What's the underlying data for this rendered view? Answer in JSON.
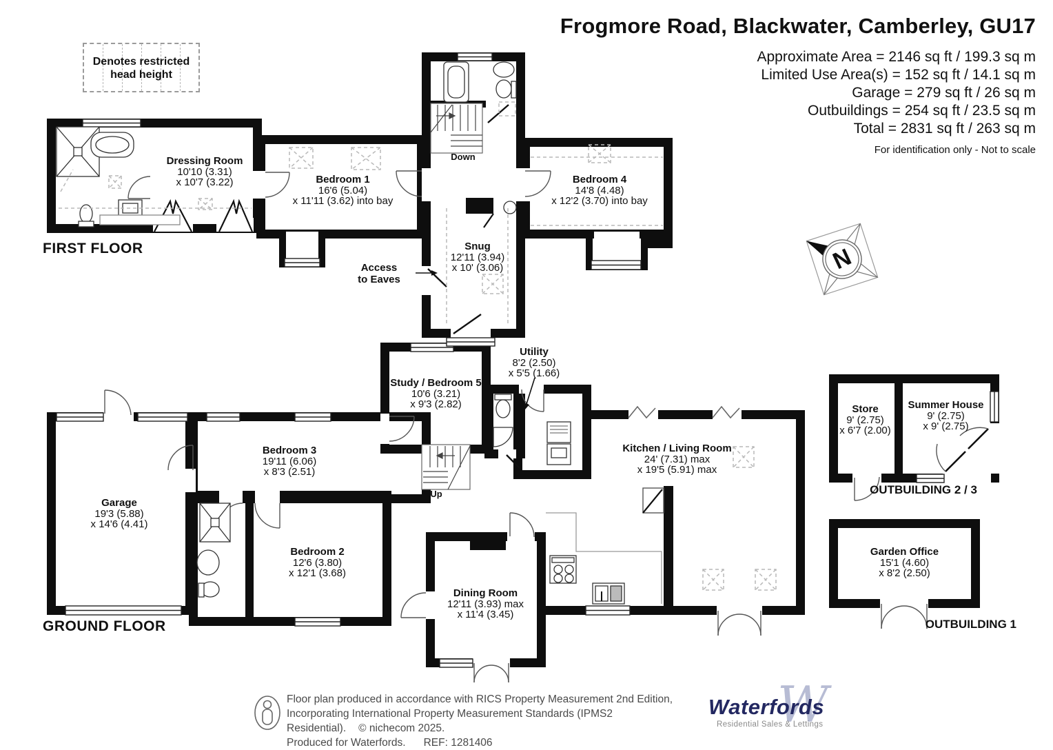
{
  "header": {
    "title": "Frogmore Road, Blackwater, Camberley, GU17",
    "area_lines": [
      "Approximate Area = 2146 sq ft / 199.3 sq m",
      "Limited Use Area(s) = 152 sq ft / 14.1 sq m",
      "Garage = 279 sq ft / 26 sq m",
      "Outbuildings = 254 sq ft / 23.5 sq m",
      "Total = 2831 sq ft / 263 sq m"
    ],
    "disclaimer": "For identification only - Not to scale"
  },
  "legend": {
    "line1": "Denotes restricted",
    "line2": "head height"
  },
  "floors": {
    "first": {
      "label": "FIRST FLOOR"
    },
    "ground": {
      "label": "GROUND FLOOR"
    }
  },
  "rooms": {
    "dressing_room": {
      "name": "Dressing Room",
      "dim1": "10'10 (3.31)",
      "dim2": "x 10'7 (3.22)"
    },
    "bedroom_1": {
      "name": "Bedroom 1",
      "dim1": "16'6 (5.04)",
      "dim2": "x 11'11 (3.62) into bay"
    },
    "bedroom_4": {
      "name": "Bedroom 4",
      "dim1": "14'8 (4.48)",
      "dim2": "x 12'2 (3.70) into bay"
    },
    "snug": {
      "name": "Snug",
      "dim1": "12'11 (3.94)",
      "dim2": "x 10' (3.06)"
    },
    "garage": {
      "name": "Garage",
      "dim1": "19'3 (5.88)",
      "dim2": "x 14'6 (4.41)"
    },
    "bedroom_3": {
      "name": "Bedroom 3",
      "dim1": "19'11 (6.06)",
      "dim2": "x 8'3 (2.51)"
    },
    "bedroom_2": {
      "name": "Bedroom 2",
      "dim1": "12'6 (3.80)",
      "dim2": "x 12'1 (3.68)"
    },
    "study_bedroom_5": {
      "name": "Study / Bedroom 5",
      "dim1": "10'6 (3.21)",
      "dim2": "x 9'3 (2.82)"
    },
    "utility": {
      "name": "Utility",
      "dim1": "8'2 (2.50)",
      "dim2": "x 5'5 (1.66)"
    },
    "kitchen_living": {
      "name": "Kitchen / Living Room",
      "dim1": "24' (7.31) max",
      "dim2": "x 19'5 (5.91) max"
    },
    "dining_room": {
      "name": "Dining Room",
      "dim1": "12'11 (3.93) max",
      "dim2": "x 11'4 (3.45)"
    },
    "store": {
      "name": "Store",
      "dim1": "9' (2.75)",
      "dim2": "x 6'7 (2.00)"
    },
    "summer_house": {
      "name": "Summer House",
      "dim1": "9' (2.75)",
      "dim2": "x 9' (2.75)"
    },
    "garden_office": {
      "name": "Garden Office",
      "dim1": "15'1 (4.60)",
      "dim2": "x 8'2 (2.50)"
    }
  },
  "annotations": {
    "down": "Down",
    "up": "Up",
    "access_line1": "Access",
    "access_line2": "to Eaves",
    "outbuilding_2_3": "OUTBUILDING 2 / 3",
    "outbuilding_1": "OUTBUILDING 1",
    "compass_n": "N"
  },
  "footer": {
    "line1": "Floor plan produced in accordance with RICS Property Measurement 2nd Edition,",
    "line2": "Incorporating International Property Measurement Standards (IPMS2 Residential).",
    "copyright": "© nichecom 2025.",
    "line3a": "Produced for Waterfords.",
    "line3b": "REF:  1281406",
    "logo_name": "Waterfords",
    "logo_w": "W",
    "logo_tagline": "Residential Sales & Lettings"
  },
  "colors": {
    "wall": "#0e0e0e",
    "logo_navy": "#232861",
    "logo_w_gray": "#b7bcd4",
    "footer_text": "#4a4a4a"
  }
}
